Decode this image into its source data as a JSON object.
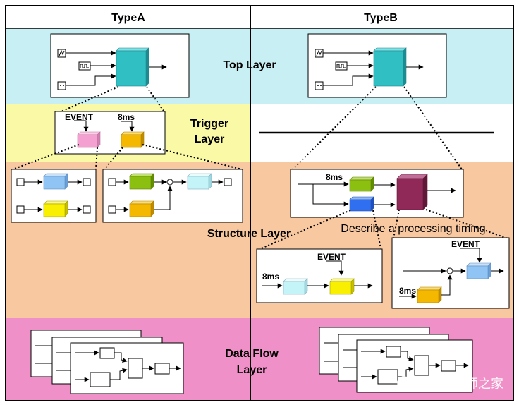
{
  "header": {
    "col_a": "TypeA",
    "col_b": "TypeB"
  },
  "layers": {
    "top": "Top Layer",
    "trigger_l1": "Trigger",
    "trigger_l2": "Layer",
    "structure": "Structure Layer",
    "dataflow_l1": "Data Flow",
    "dataflow_l2": "Layer"
  },
  "annotations": {
    "event": "EVENT",
    "period": "8ms",
    "processing_timing": "Describe a processing timing"
  },
  "watermark": "汽车工程师之家",
  "colors": {
    "top_band": "#c8f0f4",
    "trigger_band": "#fafaa6",
    "structure_band": "#f8c8a0",
    "dataflow_band": "#f090c8",
    "teal_block": "#30c0c4",
    "pink_block": "#f4a0d0",
    "orange_block": "#f4b800",
    "blue_block": "#90c4f4",
    "yellow_block": "#f8f000",
    "green_block": "#8cc010",
    "cyan_block": "#c4f4f8",
    "royal_block": "#3070f0",
    "maroon_block": "#902858"
  }
}
